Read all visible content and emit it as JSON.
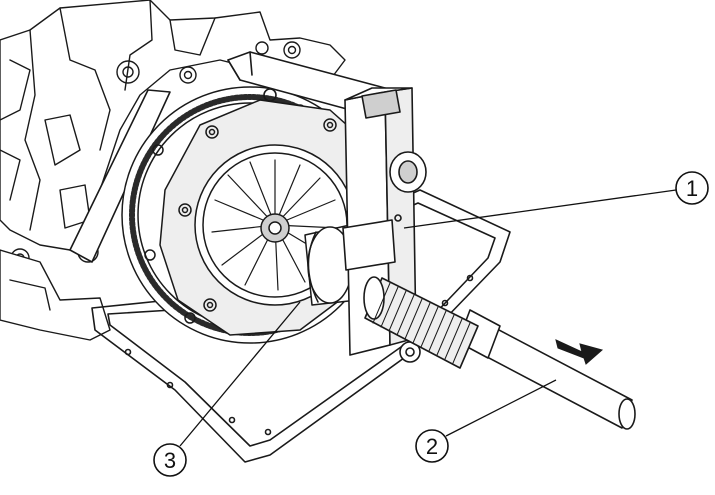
{
  "callouts": [
    {
      "id": "1",
      "label": "1",
      "part": "removal-tool-frame"
    },
    {
      "id": "2",
      "label": "2",
      "part": "slide-hammer-rod"
    },
    {
      "id": "3",
      "label": "3",
      "part": "clutch-assembly"
    }
  ],
  "colors": {
    "ink": "#1a1a1a",
    "background": "#ffffff",
    "arrow": "#1a1a1a"
  },
  "icons": {
    "pull_direction": "arrow-right-icon"
  }
}
